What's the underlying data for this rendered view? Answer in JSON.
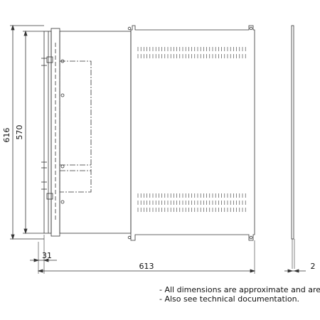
{
  "dimensions": {
    "total_height": "616",
    "inner_height": "570",
    "depth": "31",
    "width": "613",
    "thickness": "2"
  },
  "notes": {
    "line1": "- All dimensions are approximate and are in",
    "line2": "- Also see technical documentation."
  },
  "colors": {
    "line": "#333333",
    "background": "#ffffff"
  }
}
